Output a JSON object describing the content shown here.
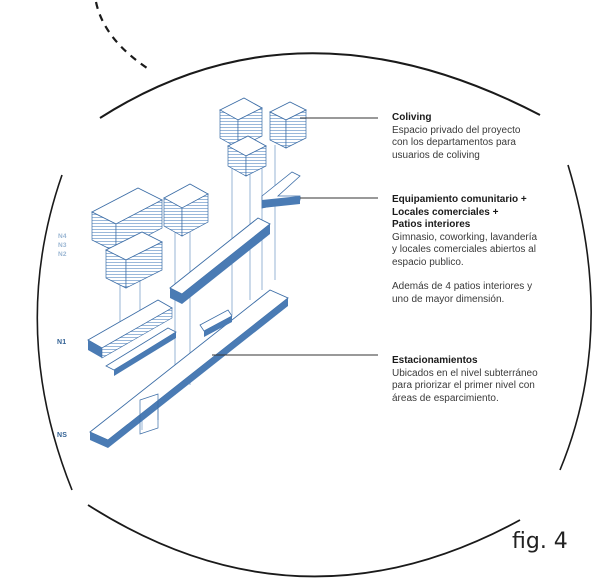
{
  "levels": {
    "n4": "N4",
    "n3": "N3",
    "n2": "N2",
    "n1": "N1",
    "ns": "NS"
  },
  "annotations": {
    "coliving": {
      "title": "Coliving",
      "body": "Espacio privado del proyecto\ncon los departamentos para\nusuarios de coliving"
    },
    "equipamiento": {
      "title": "Equipamiento comunitario +\nLocales comerciales +\nPatios interiores",
      "body": "Gimnasio, coworking, lavandería\ny locales comerciales abiertos al\nespacio publico.",
      "extra": "Además de 4 patios interiores y\nuno de mayor dimensión."
    },
    "estacionamientos": {
      "title": "Estacionamientos",
      "body": "Ubicados en el nivel subterráneo\npara priorizar el primer nivel con\náreas de esparcimiento."
    }
  },
  "figure_label": "fig. 4",
  "colors": {
    "block_face": "#4a7bb4",
    "block_hatch": "#a9c3e0",
    "outline": "#3c6da6",
    "circle": "#1a1a1a",
    "leader": "#333333"
  }
}
